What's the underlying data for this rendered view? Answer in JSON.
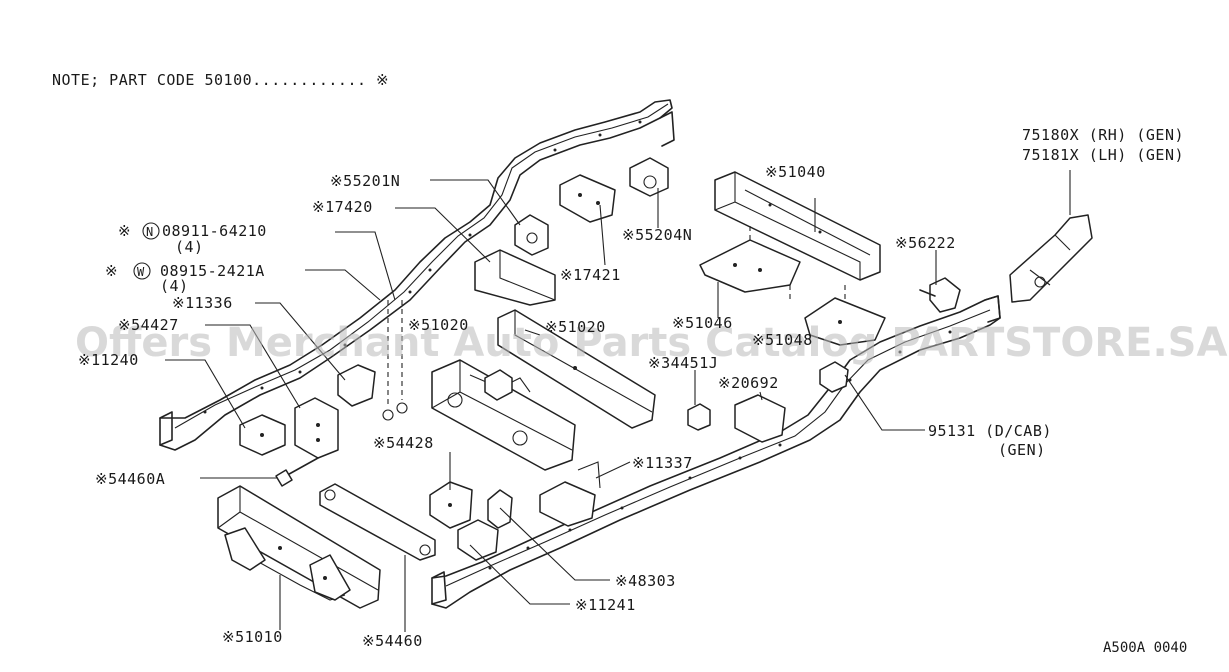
{
  "note": "NOTE; PART CODE 50100............ ※",
  "watermark": "Offers Merchant Auto Parts Catalog PARTSTORE.SA",
  "reference": "A500A 0040",
  "labels": {
    "p75180": "75180X (RH) (GEN)",
    "p75181": "75181X (LH) (GEN)",
    "p55201": "※55201N",
    "p17420": "※17420",
    "p08911_a": "※",
    "p08911_b": "08911-64210",
    "p08911_qty": "(4)",
    "p08911_symbol": "N",
    "p08915_a": "※",
    "p08915_b": "08915-2421A",
    "p08915_qty": "(4)",
    "p08915_symbol": "W",
    "p11336": "※11336",
    "p54427": "※54427",
    "p11240": "※11240",
    "p51020a": "※51020",
    "p51020b": "※51020",
    "p51040": "※51040",
    "p55204": "※55204N",
    "p17421": "※17421",
    "p56222": "※56222",
    "p51046": "※51046",
    "p51048": "※51048",
    "p34451": "※34451J",
    "p20692": "※20692",
    "p95131_a": "95131 (D/CAB)",
    "p95131_b": "(GEN)",
    "p54428": "※54428",
    "p11337": "※11337",
    "p54460A": "※54460A",
    "p48303": "※48303",
    "p11241": "※11241",
    "p51010": "※51010",
    "p54460": "※54460"
  }
}
